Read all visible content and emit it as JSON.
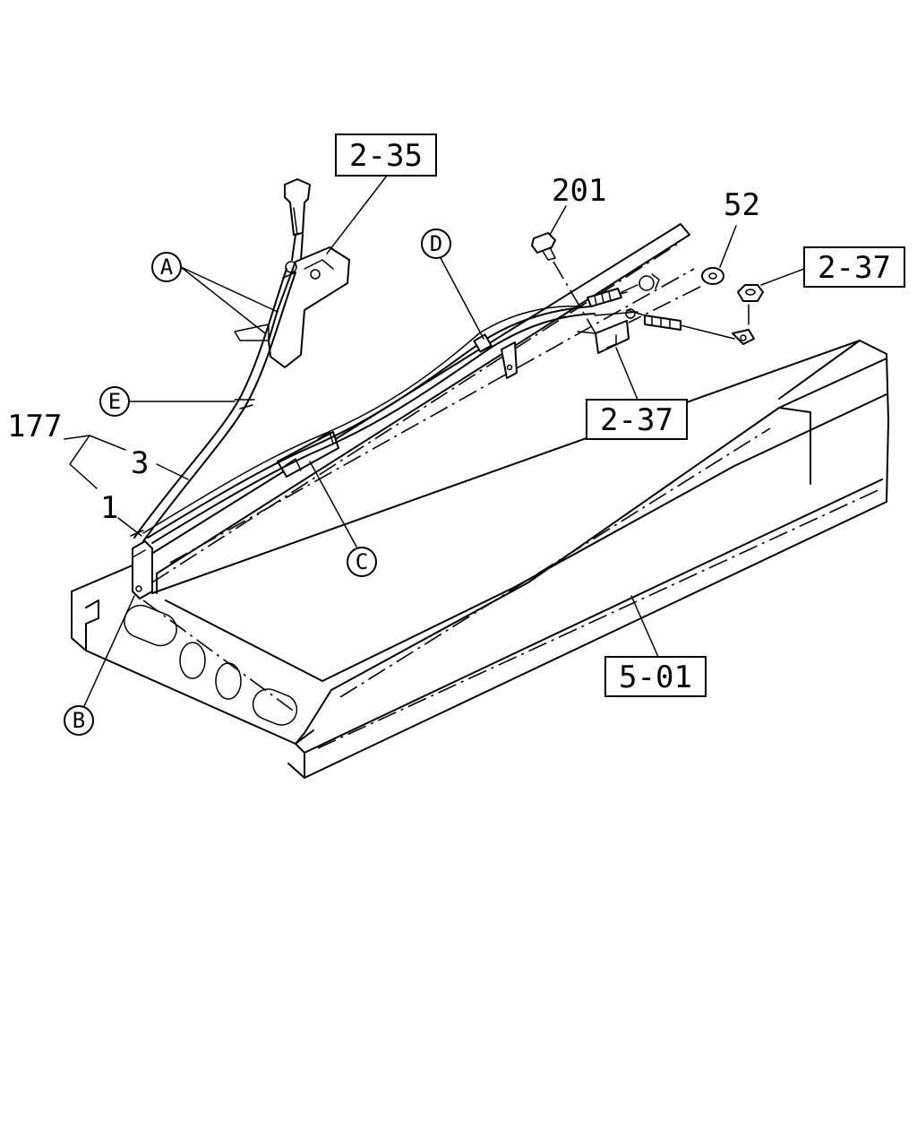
{
  "labels": {
    "ref_2_35": "2-35",
    "ref_2_37_upper": "2-37",
    "ref_2_37_lower": "2-37",
    "ref_5_01": "5-01",
    "part_201": "201",
    "part_52": "52",
    "part_177": "177",
    "part_3": "3",
    "part_1": "1",
    "callout_a": "A",
    "callout_b": "B",
    "callout_c": "C",
    "callout_d": "D",
    "callout_e": "E"
  }
}
